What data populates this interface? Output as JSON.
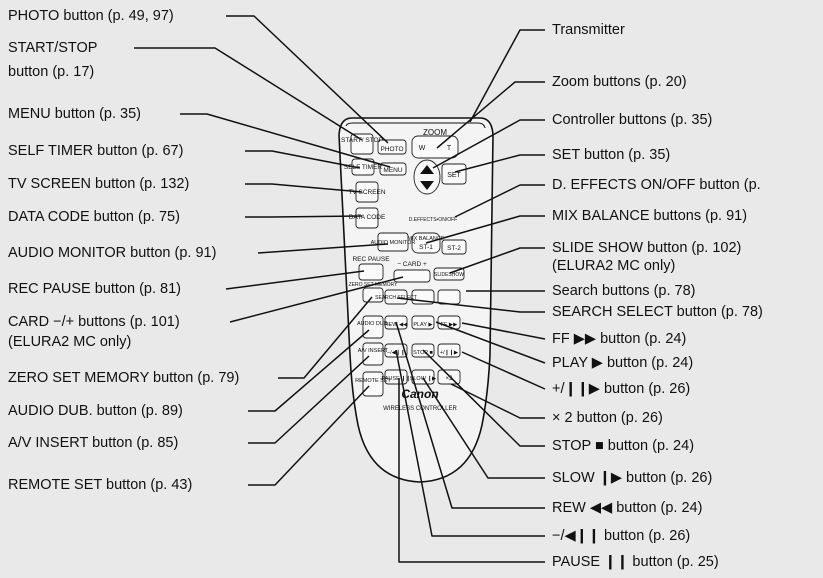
{
  "left_labels": [
    "PHOTO button (p. 49, 97)",
    "START/STOP",
    "button (p. 17)",
    "MENU button (p. 35)",
    "SELF TIMER button (p. 67)",
    "TV SCREEN button (p. 132)",
    "DATA CODE button (p. 75)",
    "AUDIO MONITOR button (p. 91)",
    "REC PAUSE button (p. 81)",
    "CARD −/+ buttons (p. 101)",
    "(ELURA2 MC only)",
    "ZERO SET MEMORY button (p. 79)",
    "AUDIO DUB. button (p. 89)",
    "A/V INSERT button (p. 85)",
    "REMOTE SET button (p. 43)"
  ],
  "right_labels": [
    "Transmitter",
    "Zoom buttons (p. 20)",
    "Controller buttons (p. 35)",
    "SET button (p. 35)",
    "D. EFFECTS ON/OFF button (p.",
    "MIX BALANCE buttons (p. 91)",
    "SLIDE SHOW button (p. 102)",
    "(ELURA2 MC only)",
    "Search buttons (p. 78)",
    "SEARCH SELECT button (p. 78)",
    "FF ▶▶ button (p. 24)",
    "PLAY ▶ button (p. 24)",
    "+/❙❙▶ button (p. 26)",
    "× 2 button (p. 26)",
    "STOP ■ button (p. 24)",
    "SLOW ❙▶ button (p. 26)",
    "REW ◀◀ button (p. 24)",
    "−/◀❙❙ button (p. 26)",
    "PAUSE ❙❙ button (p. 25)"
  ],
  "remote_labels": {
    "start_stop": "START/ STOP",
    "photo": "PHOTO",
    "zoom": "ZOOM",
    "zoom_w": "W",
    "zoom_t": "T",
    "self_timer": "SELF TIMER",
    "menu": "MENU",
    "set": "SET",
    "tv_screen": "TV SCREEN",
    "data_code": "DATA CODE",
    "d_effects": "D.EFFECTS•ON/OFF",
    "audio_monitor": "AUDIO MONITOR",
    "mix_balance": "MIX BALANCE",
    "st1": "ST-1",
    "st2": "ST-2",
    "rec_pause": "REC PAUSE",
    "card": "− CARD +",
    "slideshow": "SLIDESHOW",
    "zero_set": "ZERO SET MEMORY",
    "search_select": "SEARCH SELECT",
    "audio_dub": "AUDIO DUB.",
    "rew": "REW ◀◀",
    "play": "PLAY ▶",
    "ff": "FF ▶▶",
    "av_insert": "A/V INSERT",
    "minus_frame": "−/◀❙❙",
    "stop": "STOP ■",
    "plus_frame": "+/❙❙▶",
    "remote_set": "REMOTE SET",
    "pause": "PAUSE ❙❙",
    "slow": "SLOW ❙▶",
    "x2": "×2",
    "brand": "Canon",
    "wireless": "WIRELESS CONTROLLER"
  }
}
